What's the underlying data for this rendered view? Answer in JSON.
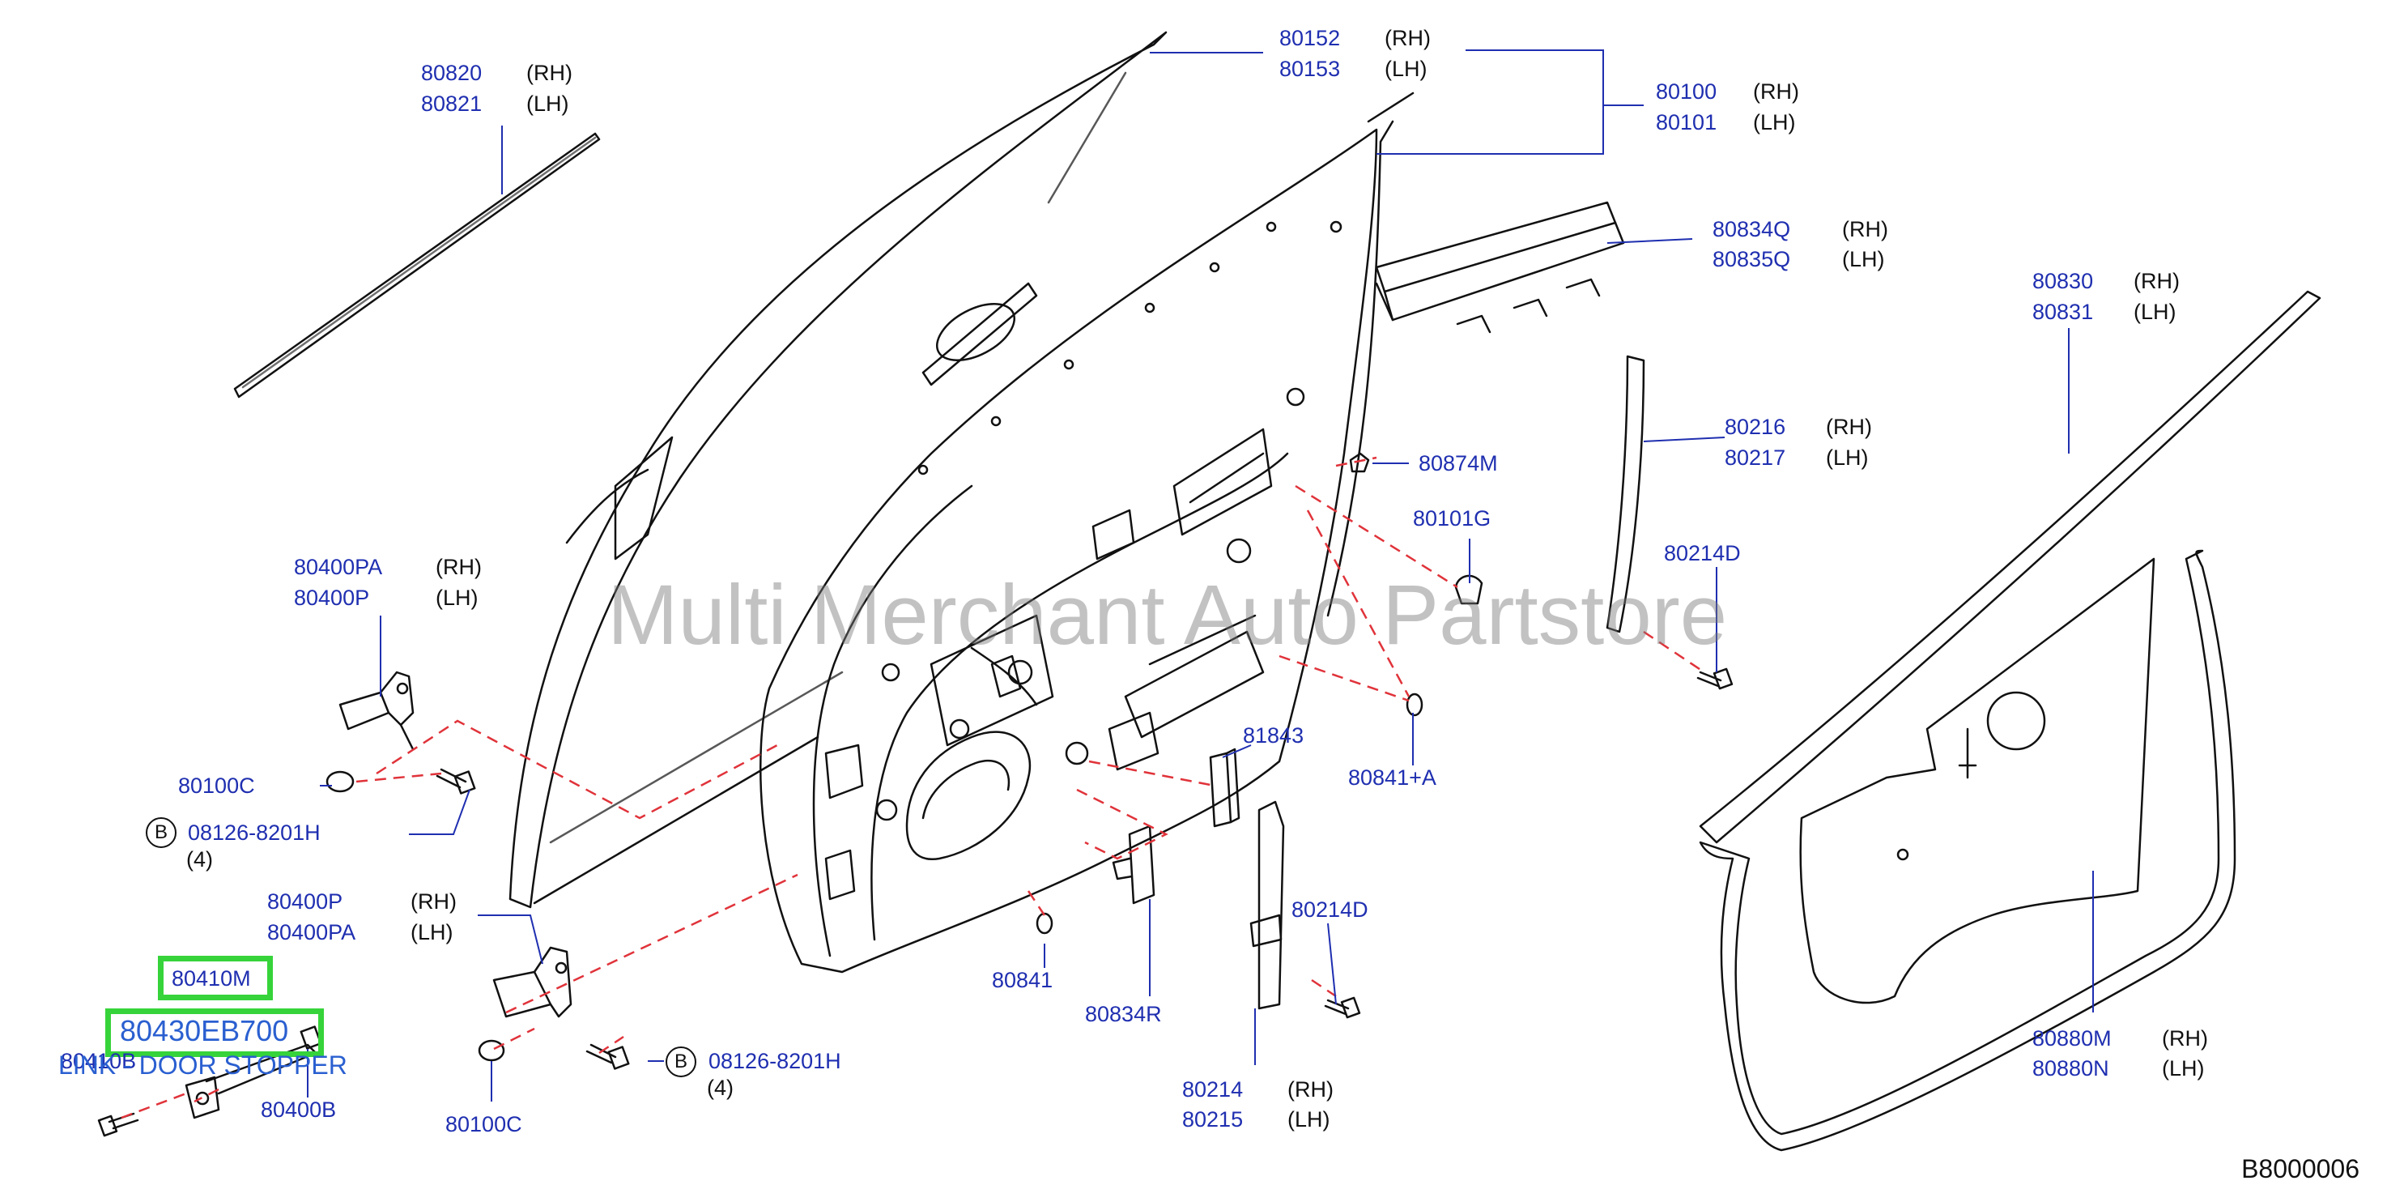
{
  "watermark": "Multi Merchant Auto Partstore",
  "diagram_code": "B8000006",
  "labels": {
    "p80820": "80820",
    "p80820_side": "(RH)",
    "p80821": "80821",
    "p80821_side": "(LH)",
    "p80152": "80152",
    "p80152_side": "(RH)",
    "p80153": "80153",
    "p80153_side": "(LH)",
    "p80100": "80100",
    "p80100_side": "(RH)",
    "p80101": "80101",
    "p80101_side": "(LH)",
    "p80834Q": "80834Q",
    "p80834Q_side": "(RH)",
    "p80835Q": "80835Q",
    "p80835Q_side": "(LH)",
    "p80830": "80830",
    "p80830_side": "(RH)",
    "p80831": "80831",
    "p80831_side": "(LH)",
    "p80216": "80216",
    "p80216_side": "(RH)",
    "p80217": "80217",
    "p80217_side": "(LH)",
    "p80874M": "80874M",
    "p80101G": "80101G",
    "p80214D_top": "80214D",
    "p80400PA_top": "80400PA",
    "p80400PA_top_side": "(RH)",
    "p80400P_top": "80400P",
    "p80400P_top_side": "(LH)",
    "p80100C_top": "80100C",
    "bolt_top_ref": "B",
    "bolt_top": "08126-8201H",
    "bolt_top_qty": "(4)",
    "p81843": "81843",
    "p80841A": "80841+A",
    "p80400P_bot": "80400P",
    "p80400P_bot_side": "(RH)",
    "p80400PA_bot": "80400PA",
    "p80400PA_bot_side": "(LH)",
    "p80214D_bot": "80214D",
    "p80841": "80841",
    "p80834R": "80834R",
    "p80410M": "80410M",
    "p80430EB700": "80430EB700",
    "link_door_stopper": "LINK - DOOR STOPPER",
    "p80410B": "80410B",
    "p80400B": "80400B",
    "p80100C_bot": "80100C",
    "bolt_bot_ref": "B",
    "bolt_bot": "08126-8201H",
    "bolt_bot_qty": "(4)",
    "p80214": "80214",
    "p80214_side": "(RH)",
    "p80215": "80215",
    "p80215_side": "(LH)",
    "p80880M": "80880M",
    "p80880M_side": "(RH)",
    "p80880N": "80880N",
    "p80880N_side": "(LH)"
  },
  "colors": {
    "part_number": "#1f2fb0",
    "line": "#111111",
    "leader": "#1f2fb0",
    "dashed": "#e0333a",
    "highlight": "#36d43a",
    "highlight_text": "#2a5fd0"
  }
}
